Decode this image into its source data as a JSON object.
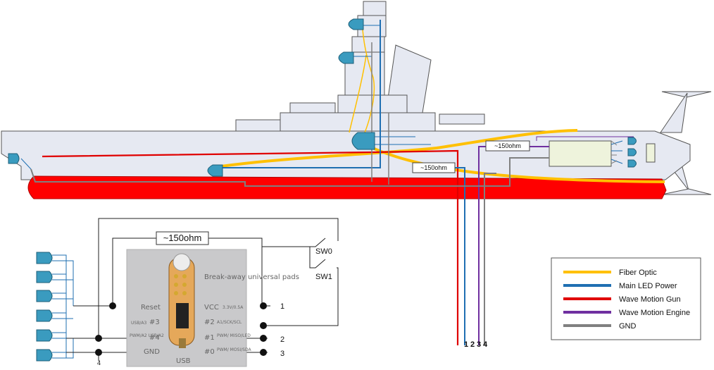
{
  "ship": {
    "resistor_engine_label": "~150ohm",
    "resistor_main_label": "~150ohm"
  },
  "wire_numbers": [
    "1",
    "2",
    "3",
    "4"
  ],
  "circuit": {
    "resistor_label": "~150ohm",
    "switch_0_label": "SW0",
    "switch_1_label": "SW1",
    "terminal_1": "1",
    "terminal_2": "2",
    "terminal_3": "3",
    "terminal_4": "4"
  },
  "board": {
    "pads_heading": "Break-away universal pads",
    "pin_reset": "Reset",
    "pin_3": "#3",
    "pin_3_sub": "USB/A3",
    "pin_4": "#4",
    "pin_4_sub": "PWM/A2 USB/A2",
    "pin_gnd": "GND",
    "pin_vcc": "VCC",
    "pin_vcc_sub": "3.3V/0.5A",
    "pin_2": "#2",
    "pin_2_sub": "A1/SCK/SCL",
    "pin_1": "#1",
    "pin_1_sub": "PWM/ MISO/LED",
    "pin_0": "#0",
    "pin_0_sub": "PWM/ MOSI/SDA",
    "usb_label": "USB"
  },
  "legend": {
    "items": [
      {
        "label": "Fiber Optic",
        "color": "#FFC000"
      },
      {
        "label": "Main LED Power",
        "color": "#1F6FB2"
      },
      {
        "label": "Wave Motion Gun",
        "color": "#E00000"
      },
      {
        "label": "Wave Motion Engine",
        "color": "#7030A0"
      },
      {
        "label": "GND",
        "color": "#808080"
      }
    ]
  },
  "colors": {
    "hull_fill": "#E6E9F2",
    "hull_stroke": "#555555",
    "keel_red": "#FF0000",
    "led_fill": "#3A9BBF"
  }
}
